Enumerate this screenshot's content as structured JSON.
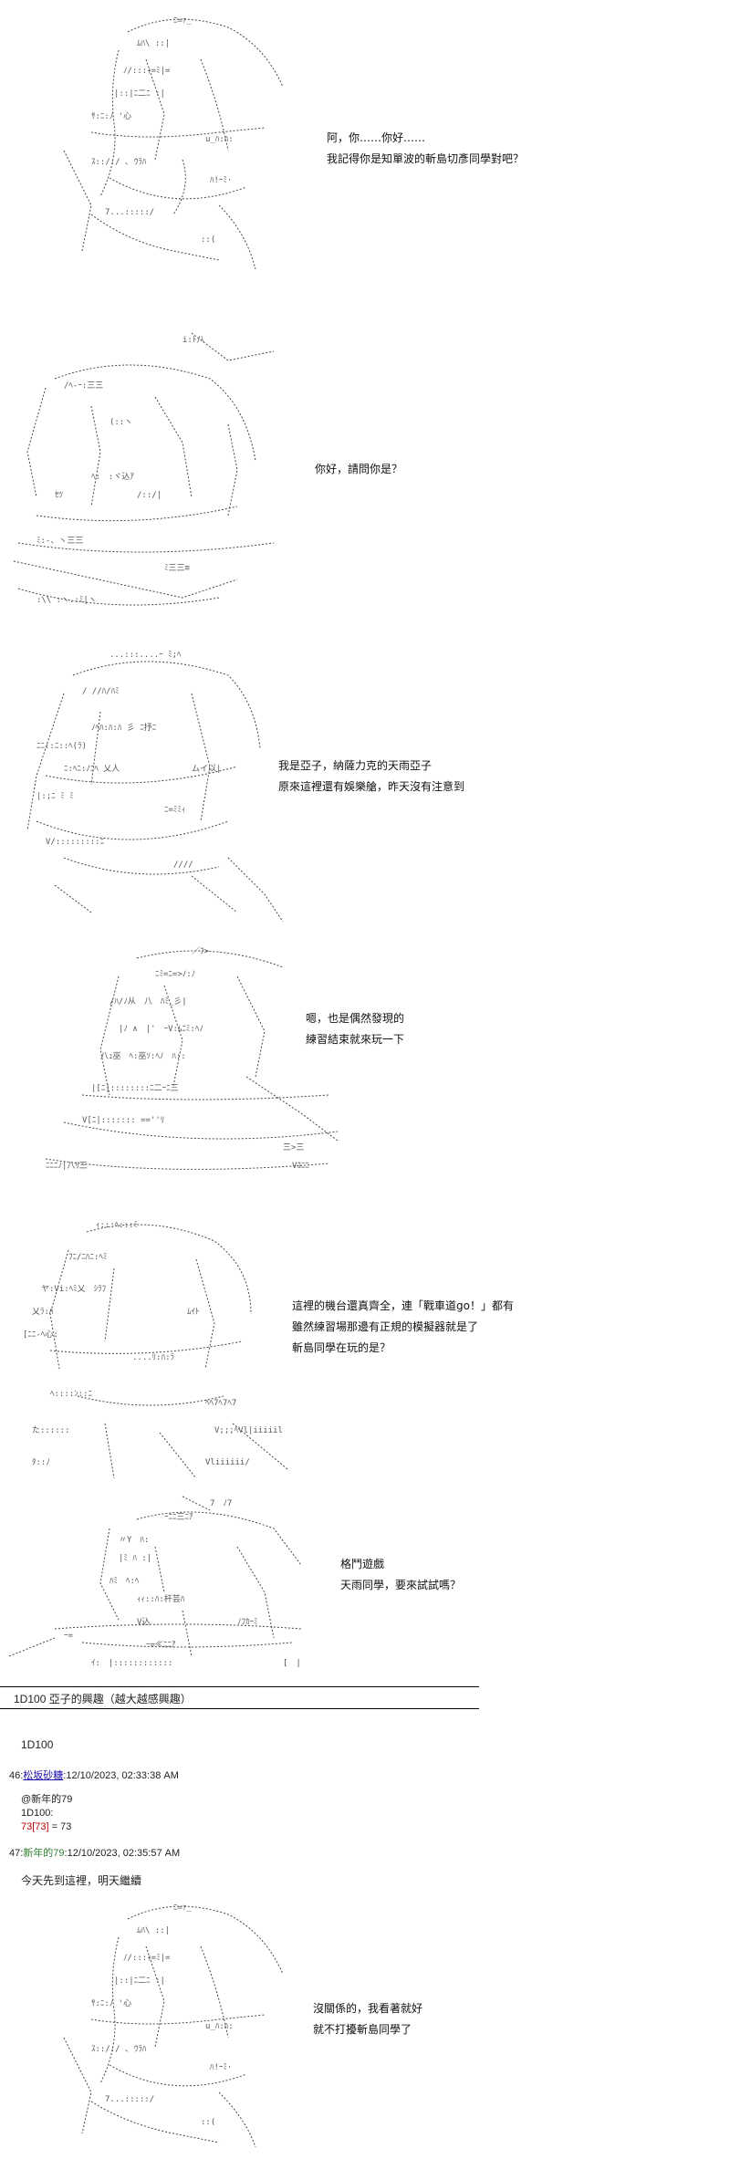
{
  "panels": [
    {
      "lines": [
        "阿，你……你好……",
        "我記得你是知單波的斬島切彥同學對吧？"
      ]
    },
    {
      "lines": [
        "你好，請問你是？"
      ]
    },
    {
      "lines": [
        "我是亞子，納薩力克的天雨亞子",
        "原來這裡還有娛樂艙，昨天沒有注意到"
      ]
    },
    {
      "lines": [
        "嗯，也是偶然發現的",
        "練習結束就來玩一下"
      ]
    },
    {
      "lines": [
        "這裡的機台還真齊全，連「戰車道go！」都有",
        "雖然練習場那邊有正規的模擬器就是了",
        "斬島同學在玩的是？"
      ]
    },
    {
      "lines": [
        "格鬥遊戲",
        "天雨同學，要來試試嗎？"
      ]
    }
  ],
  "roll_header": "1D100 亞子的興趣（越大越感興趣）",
  "roll_label": "1D100",
  "post46": {
    "num": "46:",
    "name": "松坂砂糖",
    "date": ":12/10/2023, 02:33:38 AM",
    "body1": "@新年的79",
    "body2": "1D100:",
    "result_red": "73[73]",
    "result_rest": " = 73"
  },
  "post47": {
    "num": "47:",
    "name": "新年的79",
    "date": ":12/10/2023, 02:35:57 AM",
    "body1": "今天先到這裡，明天繼續"
  },
  "panel_last": {
    "lines": [
      "沒關係的，我看著就好",
      "就不打擾斬島同學了"
    ]
  }
}
